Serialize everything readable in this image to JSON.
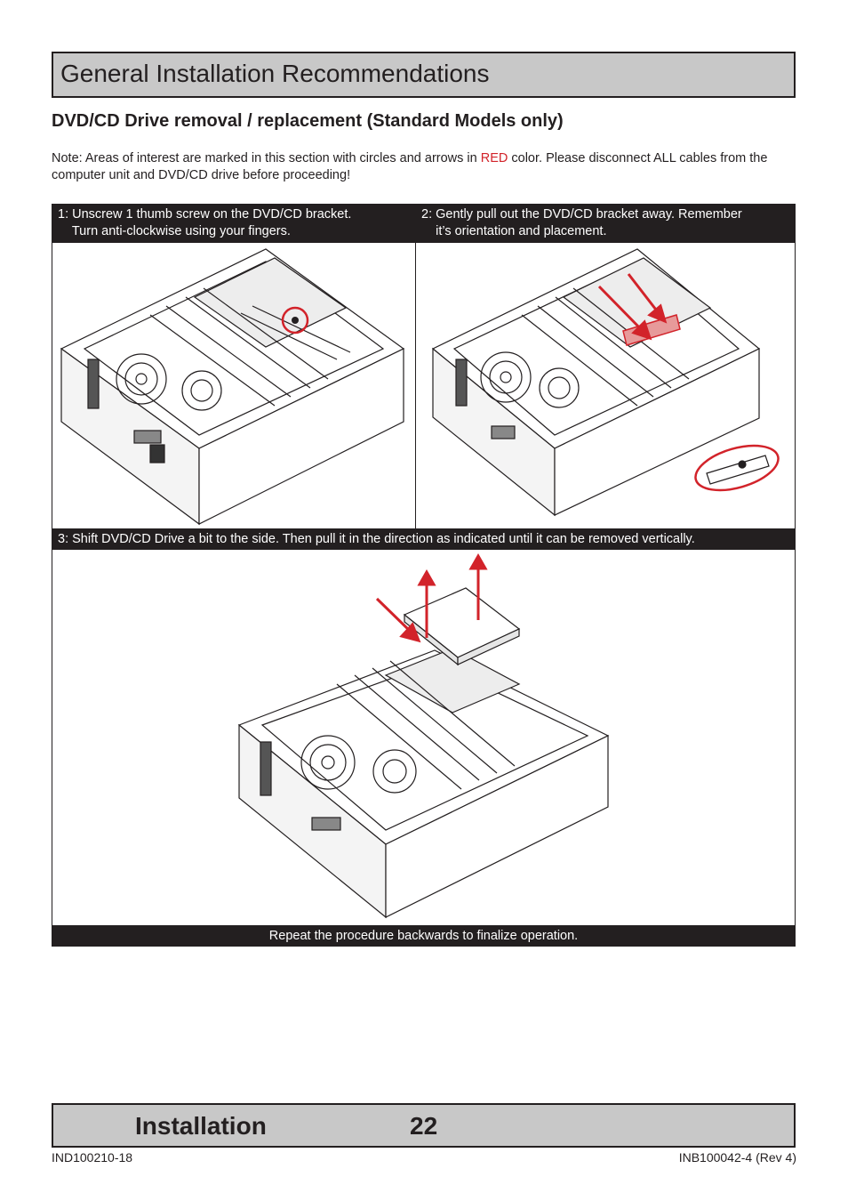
{
  "header": {
    "title": "General Installation Recommendations"
  },
  "section": {
    "title": "DVD/CD Drive removal / replacement (Standard Models only)"
  },
  "note": {
    "before": "Note: Areas of interest are marked in this section with circles and arrows in ",
    "red_word": "RED",
    "after": " color. Please disconnect ALL cables from the computer unit and DVD/CD drive before proceeding!",
    "red_color": "#d2232a"
  },
  "steps": {
    "step1": "1: Unscrew 1 thumb screw on the DVD/CD bracket.\n    Turn anti-clockwise using your fingers.",
    "step2": "2: Gently pull out the DVD/CD bracket away. Remember\n    it’s orientation and placement.",
    "step3": "3: Shift DVD/CD Drive a bit to the side. Then pull it in the direction as indicated until it can be removed vertically.",
    "closing": "Repeat the procedure backwards to finalize operation."
  },
  "illustrations": {
    "fig1": "computer-chassis-thumbscrew-circled",
    "fig2": "computer-chassis-bracket-removed",
    "fig3": "computer-chassis-drive-lifted"
  },
  "footer": {
    "label": "Installation",
    "page": "22",
    "doc_left": "IND100210-18",
    "doc_right": "INB100042-4 (Rev 4)"
  },
  "colors": {
    "accent_red": "#d2232a",
    "bar_dark": "#231f20",
    "bar_gray": "#c8c8c8"
  }
}
